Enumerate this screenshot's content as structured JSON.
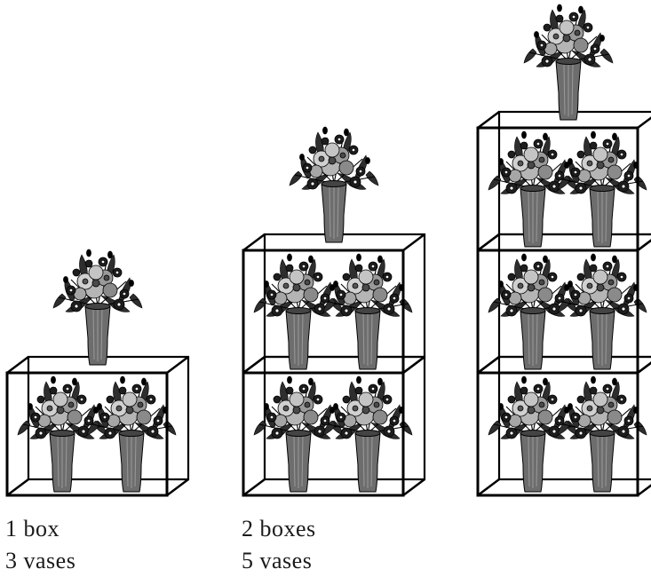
{
  "colors": {
    "line": "#000000",
    "vase_body": "#6d6d6d",
    "vase_light": "#9a9a9a",
    "petal_light": "#b5b5b5",
    "petal_mid": "#8a8a8a",
    "petal_dark": "#4a4a4a",
    "leaf": "#2e2e2e",
    "background": "#ffffff"
  },
  "figures": [
    {
      "boxes": 1,
      "vases": 3,
      "caption": {
        "line1": "1 box",
        "line2": "3 vases"
      }
    },
    {
      "boxes": 2,
      "vases": 5,
      "caption": {
        "line1": "2 boxes",
        "line2": "5 vases"
      }
    },
    {
      "boxes": 3,
      "vases": 7,
      "caption": {
        "line1": "",
        "line2": ""
      }
    }
  ]
}
